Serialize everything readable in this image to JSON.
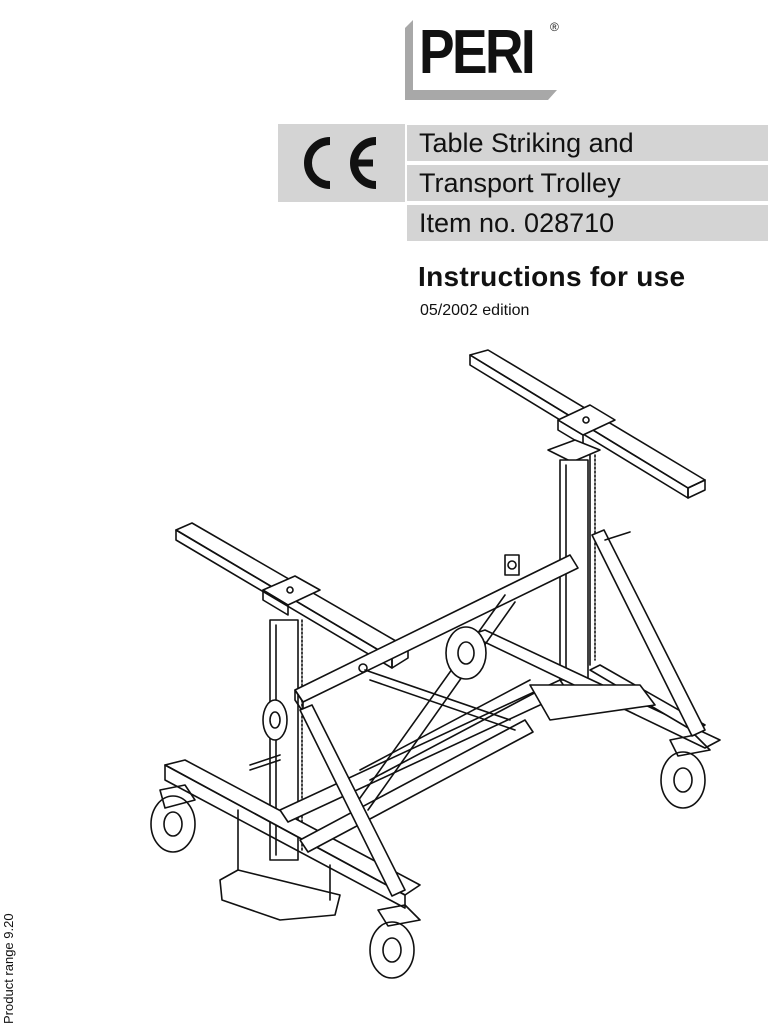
{
  "logo": {
    "brand": "PERI",
    "registered": "®"
  },
  "ce_mark": "CE",
  "title": {
    "line1": "Table Striking and",
    "line2": "Transport Trolley",
    "line3": "Item no. 028710"
  },
  "heading": "Instructions for use",
  "edition": "05/2002 edition",
  "side_text": "Product range 9.20"
}
